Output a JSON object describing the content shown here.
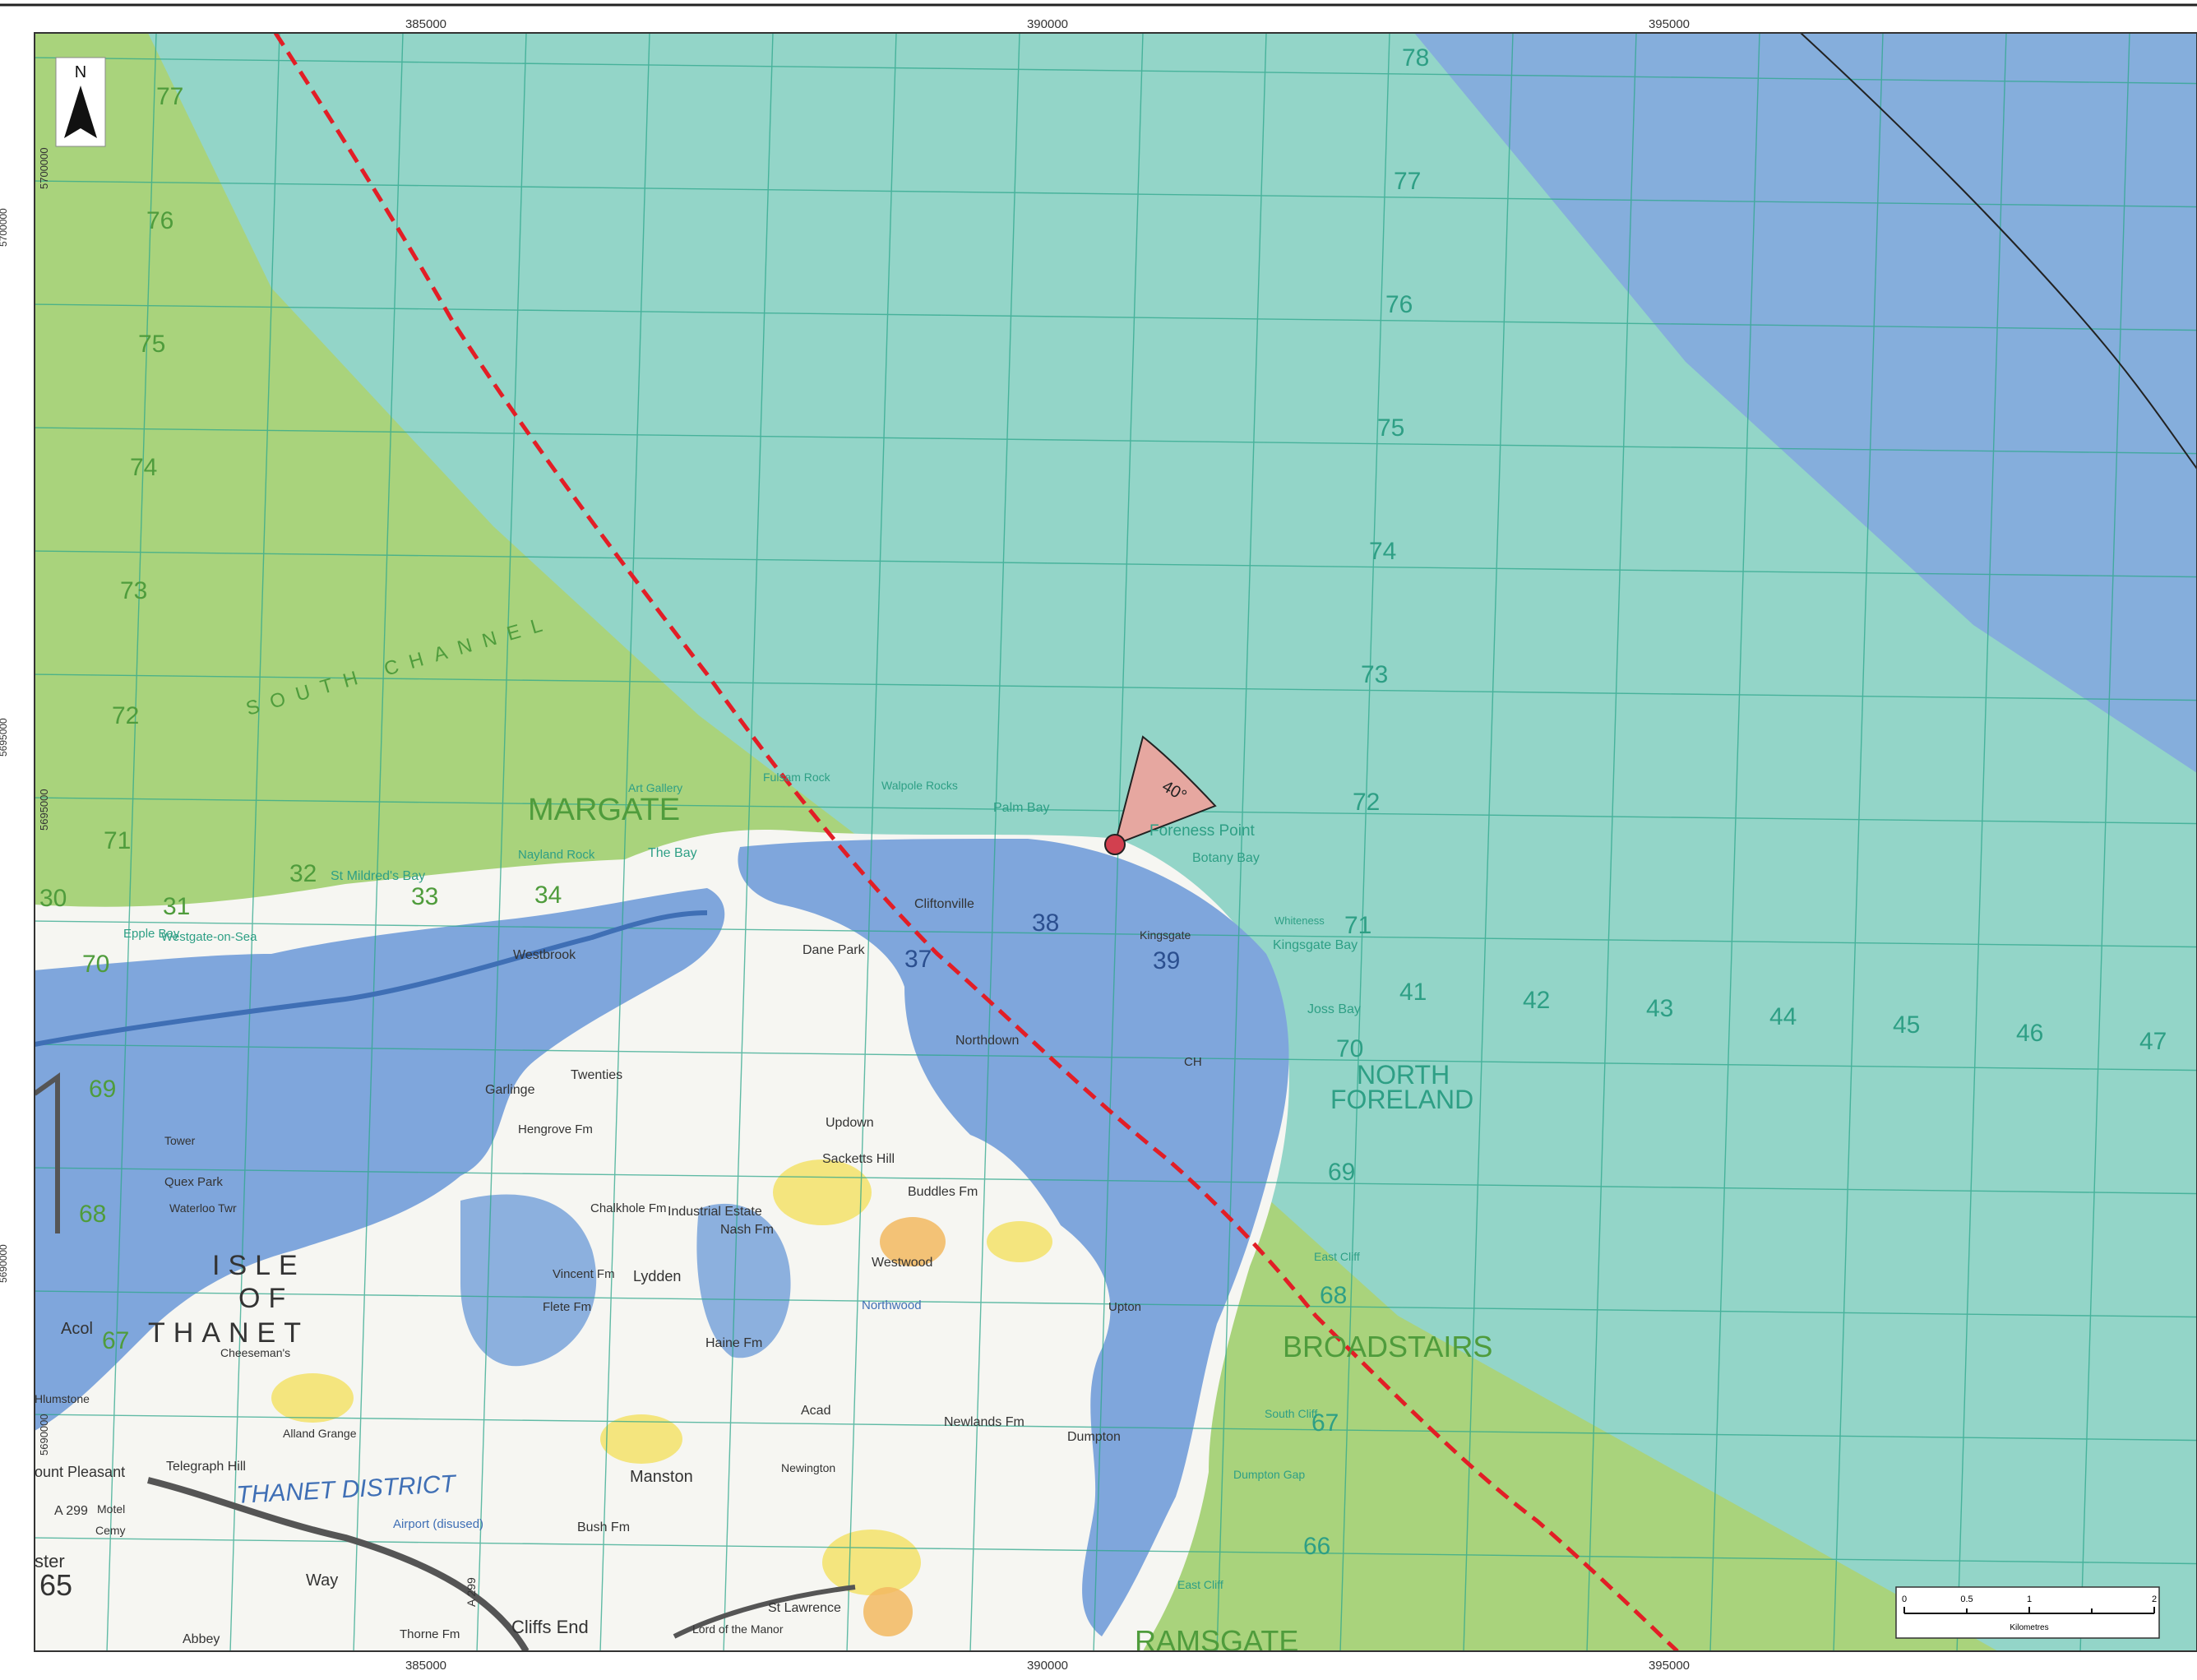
{
  "map": {
    "colors": {
      "green_zone": "#a9d37c",
      "teal_zone": "#93d5c8",
      "blue_zone": "#85aedc",
      "land_blue": "#7fa6dc",
      "land_white": "#f6f6f2",
      "route": "#e21e26",
      "grid": "#2ea78c",
      "sector": "#e6a7a0",
      "viewpoint": "#d2404f"
    },
    "north_label": "N",
    "eastings": [
      "385000",
      "390000",
      "395000"
    ],
    "northings": [
      "5700000",
      "5695000",
      "5690000"
    ],
    "left_edge_labels": [
      "5700000",
      "5695000",
      "5690000",
      "5700000",
      "5695000"
    ],
    "sector_label": "40°",
    "grid_numbers_sea": [
      "78",
      "77",
      "76",
      "75",
      "74",
      "73",
      "72",
      "71",
      "70",
      "69",
      "68",
      "67",
      "66"
    ],
    "grid_numbers_left": [
      "77",
      "76",
      "75",
      "74",
      "73",
      "72",
      "71",
      "70",
      "69",
      "68",
      "67",
      "65"
    ],
    "grid_numbers_bottom_row": [
      "30",
      "31",
      "32",
      "33",
      "34",
      "37",
      "38",
      "39",
      "41",
      "42",
      "43",
      "44",
      "45",
      "46",
      "47"
    ],
    "place_labels": {
      "south_channel": "SOUTH CHANNEL",
      "margate": "MARGATE",
      "north_foreland": "NORTH",
      "north_foreland_2": "FORELAND",
      "broadstairs": "BROADSTAIRS",
      "isle": "ISLE",
      "of": "OF",
      "thanet": "THANET",
      "thanet_district": "THANET DISTRICT",
      "ramsgate": "RAMSGATE",
      "cliftonville": "Cliftonville",
      "westbrook": "Westbrook",
      "palm_bay": "Palm Bay",
      "foreness_point": "Foreness Point",
      "botany_bay": "Botany Bay",
      "kingsgate_bay": "Kingsgate Bay",
      "joss_bay": "Joss Bay",
      "whiteness": "Whiteness",
      "walpole_rocks": "Walpole Rocks",
      "fulsam_rock": "Fulsam Rock",
      "nayland_rock": "Nayland Rock",
      "the_bay": "The Bay",
      "st_mildreds_bay": "St Mildred's Bay",
      "westgate": "Westgate-on-Sea",
      "epple_bay": "Epple Bay",
      "art_gallery": "Art Gallery",
      "garlinge": "Garlinge",
      "twenties": "Twenties",
      "northdown": "Northdown",
      "dane_park": "Dane Park",
      "updown": "Updown",
      "sacketts_hill": "Sacketts Hill",
      "buddles": "Buddles Fm",
      "industrial_estate": "Industrial Estate",
      "nash_fm": "Nash Fm",
      "lydden": "Lydden",
      "haine_fm": "Haine Fm",
      "acol": "Acol",
      "manston": "Manston",
      "newlands_fm": "Newlands Fm",
      "dumpton": "Dumpton",
      "dumpton_gap": "Dumpton Gap",
      "east_cliff": "East Cliff",
      "east_cliff_2": "East Cliff",
      "south_cliff": "South Cliff",
      "telegraph_hill": "Telegraph Hill",
      "mount_pleasant": "ount Pleasant",
      "cliffs_end": "Cliffs End",
      "airport": "Airport (disused)",
      "bush_fm": "Bush Fm",
      "minster": "ster",
      "westwood": "Westwood",
      "northwood": "Northwood",
      "kingsgate": "Kingsgate",
      "ch": "CH",
      "upton": "Upton",
      "acad": "Acad",
      "st_lawrence": "St Lawrence",
      "newington": "Newington",
      "cheeseman": "Cheeseman's",
      "alland_grange": "Alland Grange",
      "vincent": "Vincent Fm",
      "flete": "Flete Fm",
      "chalkhole": "Chalkhole Fm",
      "hengrove": "Hengrove Fm",
      "quex_park": "Quex Park",
      "waterloo": "Waterloo Twr",
      "tower": "Tower",
      "way": "Way",
      "thorne": "Thorne Fm",
      "abbey": "Abbey",
      "a299": "A 299",
      "a299_b": "A 299",
      "lord_of_manor": "Lord of the Manor",
      "hlumstone": "Hlumstone",
      "motel": "Motel",
      "cemy": "Cemy"
    },
    "scale_bar": {
      "ticks": [
        "0",
        "0.5",
        "1",
        "2"
      ],
      "unit": "Kilometres"
    }
  }
}
